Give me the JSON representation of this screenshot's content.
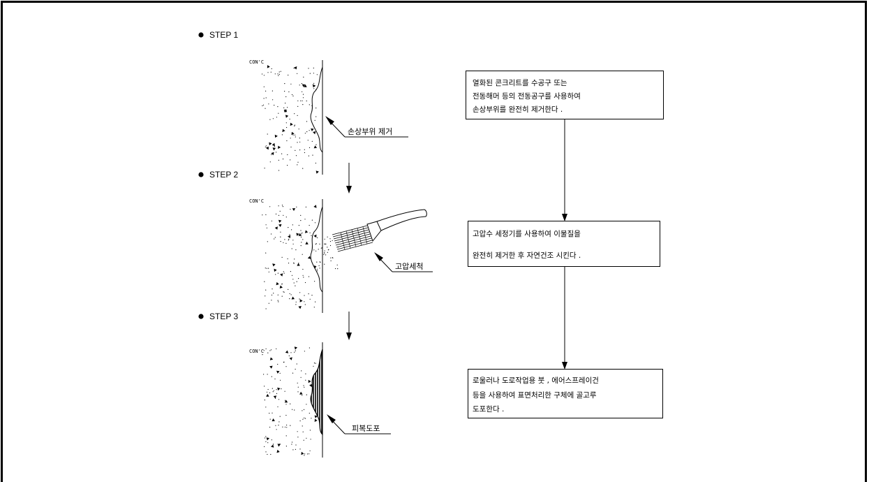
{
  "steps": [
    {
      "label": "STEP  1",
      "concrete_label": "CON'C",
      "callout": "손상부위 제거",
      "description": [
        "열화된 콘크리트를 수공구 또는",
        "전동해머 등의 전동공구를 사용하여",
        "손상부위를 완전히 제거한다   ."
      ]
    },
    {
      "label": "STEP  2",
      "concrete_label": "CON'C",
      "callout": "고압세척",
      "description": [
        "고압수 세정기를 사용하여 이물질을",
        "완전히 제거한 후 자연건조 시킨다    ."
      ]
    },
    {
      "label": "STEP  3",
      "concrete_label": "CON'C",
      "callout": "피복도포",
      "description": [
        "로울러나 도로작업용 붓   , 에어스프레이건",
        "등을 사용하여 표면처리한 구체에 골고루",
        "도포한다 ."
      ]
    }
  ]
}
